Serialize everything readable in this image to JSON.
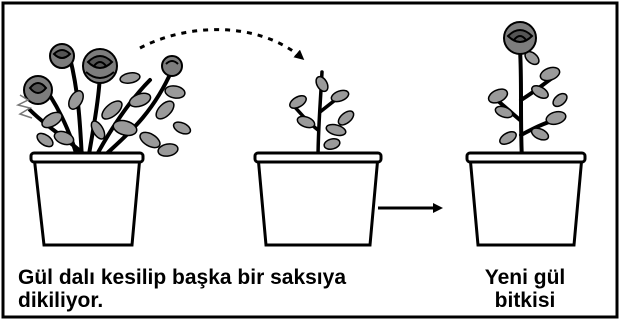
{
  "captions": {
    "left_line1": "Gül dalı kesilip başka bir saksıya",
    "left_line2": "dikiliyor.",
    "right_line1": "Yeni gül",
    "right_line2": "bitkisi"
  },
  "colors": {
    "stroke": "#000000",
    "leaf": "#9a9a9a",
    "leaf_dark": "#6f6f6f",
    "rose": "#7d7d7d",
    "rose_dark": "#555555",
    "pot": "#ffffff",
    "background": "#ffffff"
  },
  "icons": {
    "pot": "flower-pot-icon",
    "rose": "rose-flower-icon",
    "cutting": "rose-cutting-icon",
    "arrow": "arrow-right-icon"
  }
}
